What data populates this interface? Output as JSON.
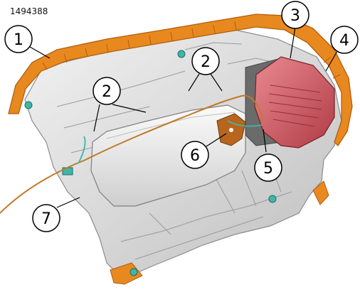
{
  "figure_id": "1494388",
  "callouts": [
    {
      "number": "1"
    },
    {
      "number": "2"
    },
    {
      "number": "2"
    },
    {
      "number": "3"
    },
    {
      "number": "4"
    },
    {
      "number": "5"
    },
    {
      "number": "6"
    },
    {
      "number": "7"
    }
  ],
  "colors": {
    "orange_trim": "#e8891f",
    "orange_dark": "#b35d0d",
    "body_grey": "#d9d9d9",
    "body_shadow": "#a8a8a8",
    "red_lamp": "#d9636b",
    "red_lamp_dark": "#9c2c36",
    "teal_parts": "#3fb6a8",
    "harness_brown": "#8a5a20"
  }
}
